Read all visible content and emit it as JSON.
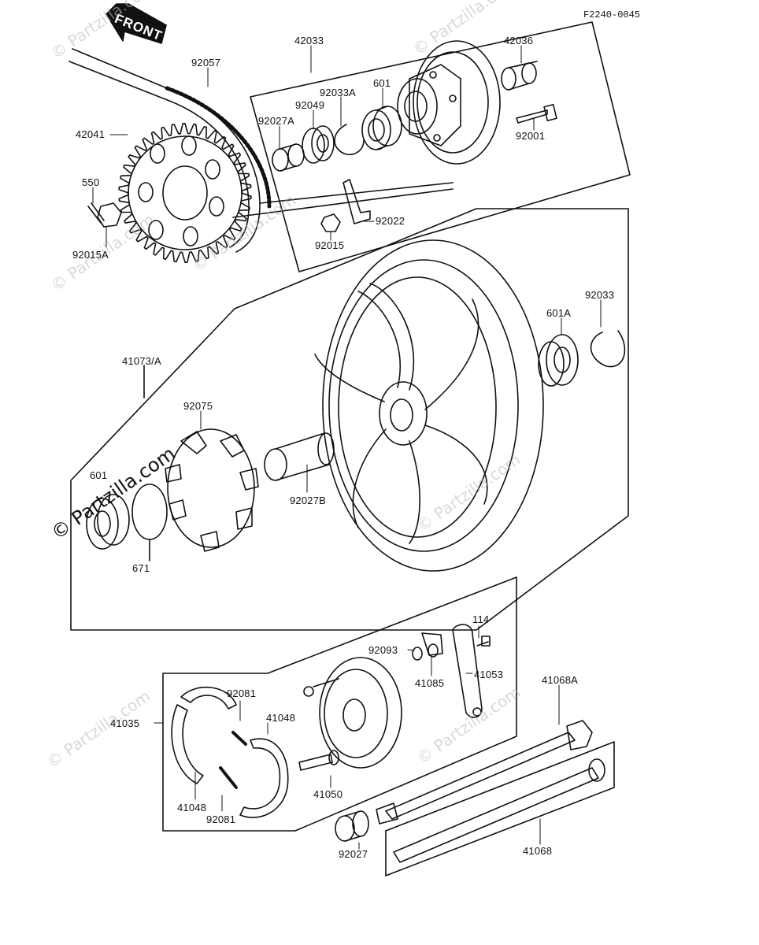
{
  "diagram_code": "F2240-0045",
  "front_label": "FRONT",
  "watermarks": [
    "© Partzilla.com",
    "© Partzilla.com",
    "© Partzilla.com",
    "© Partzilla.com",
    "© Partzilla.com",
    "© Partzilla.com",
    "© Partzilla.com"
  ],
  "watermark_main": "© Partzilla.com",
  "parts": {
    "p42033": "42033",
    "p42036": "42036",
    "p92057": "92057",
    "p601_top": "601",
    "p92033A": "92033A",
    "p92049": "92049",
    "p92027A": "92027A",
    "p92001": "92001",
    "p42041": "42041",
    "p550": "550",
    "p92015A": "92015A",
    "p92022": "92022",
    "p92015": "92015",
    "p92033": "92033",
    "p601A": "601A",
    "p41073A": "41073/A",
    "p92075": "92075",
    "p601_left": "601",
    "p92027B": "92027B",
    "p671": "671",
    "p114": "114",
    "p92093": "92093",
    "p41085": "41085",
    "p41053": "41053",
    "p41068A": "41068A",
    "p92081_top": "92081",
    "p41048_top": "41048",
    "p41035": "41035",
    "p41050": "41050",
    "p41048_bot": "41048",
    "p92081_bot": "92081",
    "p92027": "92027",
    "p41068": "41068"
  }
}
